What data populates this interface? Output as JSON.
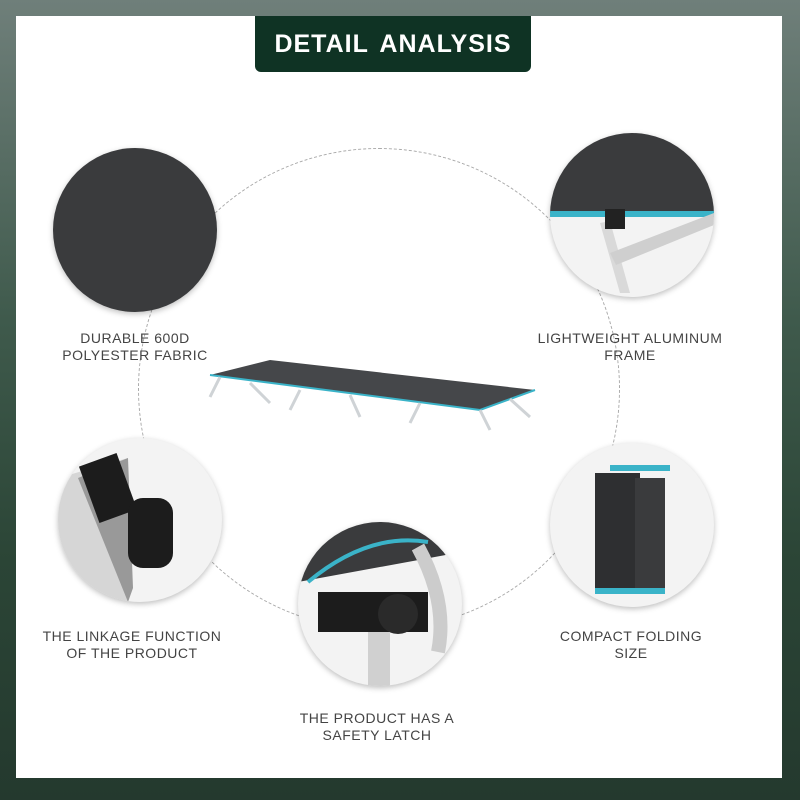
{
  "title": "DETAIL ANALYSIS",
  "features": [
    {
      "line1": "DURABLE 600D",
      "line2": "POLYESTER FABRIC"
    },
    {
      "line1": "LIGHTWEIGHT ALUMINUM",
      "line2": "FRAME"
    },
    {
      "line1": "THE LINKAGE FUNCTION",
      "line2": "OF THE PRODUCT"
    },
    {
      "line1": "THE PRODUCT HAS A",
      "line2": "SAFETY LATCH"
    },
    {
      "line1": "COMPACT FOLDING",
      "line2": "SIZE"
    }
  ],
  "colors": {
    "brand": "#0f3324",
    "fabric": "#3a3b3d",
    "accent": "#3ab3c8"
  }
}
